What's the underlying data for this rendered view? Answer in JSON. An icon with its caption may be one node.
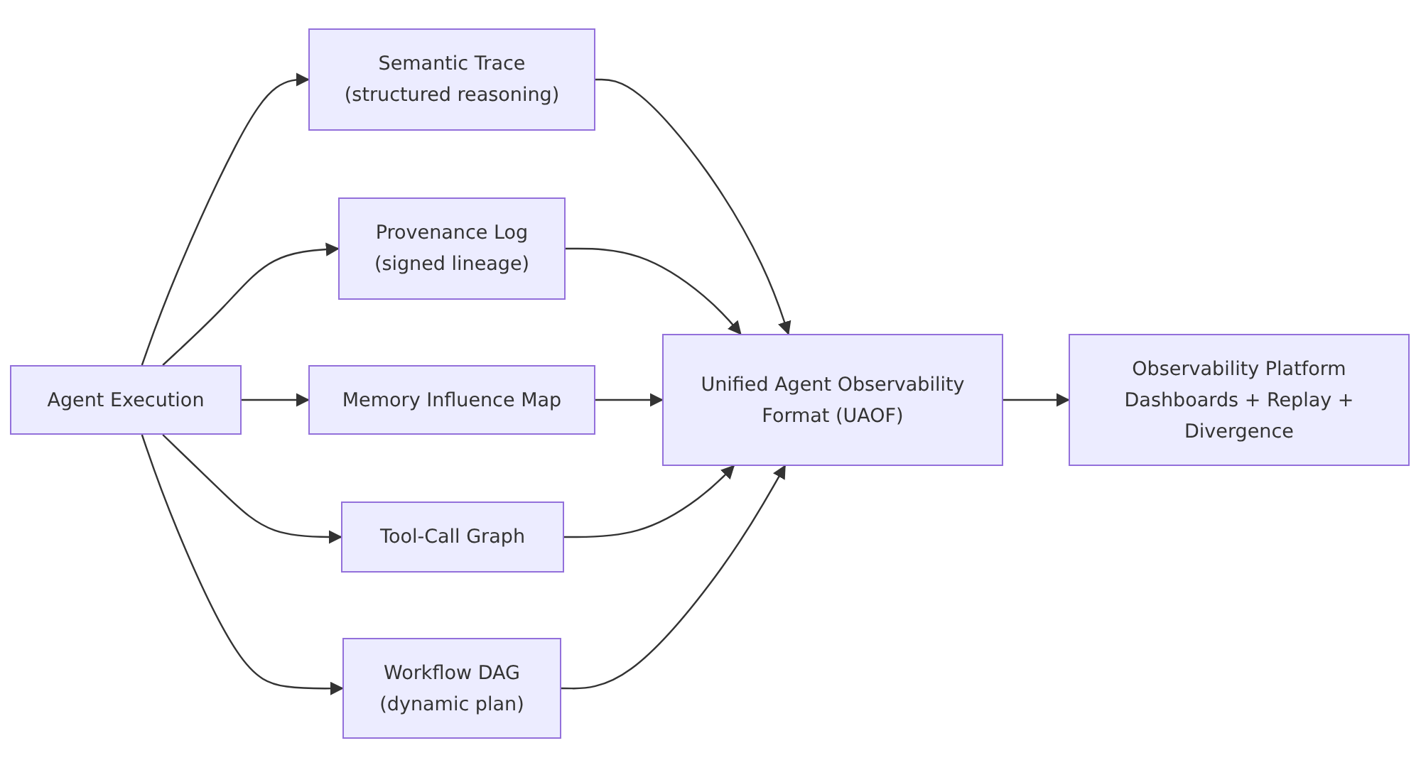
{
  "diagram": {
    "nodes": [
      {
        "text": [
          "Agent Execution"
        ]
      },
      {
        "text": [
          "Semantic Trace (structured reasoning)"
        ]
      },
      {
        "text": [
          "Provenance Log (signed lineage)"
        ]
      },
      {
        "text": [
          "Memory Influence Map"
        ]
      },
      {
        "text": [
          "Tool-Call Graph"
        ]
      },
      {
        "text": [
          "Workflow DAG (dynamic plan)"
        ]
      },
      {
        "text": [
          "Unified Agent Observability Format (UAOF)"
        ]
      },
      {
        "text": [
          "Observability Platform Dashboards + Replay + Divergence"
        ]
      }
    ],
    "edges": [
      {
        "from": 0,
        "to": 1,
        "arrow": "to"
      },
      {
        "from": 0,
        "to": 2,
        "arrow": "to"
      },
      {
        "from": 0,
        "to": 3,
        "arrow": "to"
      },
      {
        "from": 0,
        "to": 4,
        "arrow": "to"
      },
      {
        "from": 0,
        "to": 5,
        "arrow": "to"
      },
      {
        "from": 1,
        "to": 6,
        "arrow": "to"
      },
      {
        "from": 2,
        "to": 6,
        "arrow": "to"
      },
      {
        "from": 3,
        "to": 6,
        "arrow": "to"
      },
      {
        "from": 4,
        "to": 6,
        "arrow": "to"
      },
      {
        "from": 5,
        "to": 6,
        "arrow": "to"
      },
      {
        "from": 6,
        "to": 7,
        "arrow": "to"
      }
    ]
  }
}
